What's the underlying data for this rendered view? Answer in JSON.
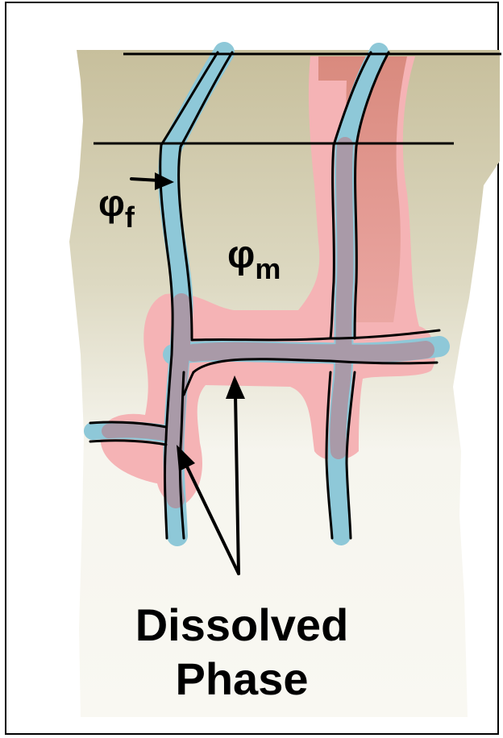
{
  "labels": {
    "fracture_porosity": {
      "symbol": "φ",
      "subscript": "f"
    },
    "matrix_porosity": {
      "symbol": "φ",
      "subscript": "m"
    },
    "dissolved_phase": [
      "Dissolved",
      "Phase"
    ]
  },
  "colors": {
    "frame": "#000000",
    "rock_top": "#c9c2a1",
    "rock_bottom": "#fbfaf6",
    "fracture": "#8ec8d8",
    "dissolved_light": "#f5b3b5",
    "dissolved_deep": "#d98a7e",
    "overlap": "#a99aa8"
  }
}
